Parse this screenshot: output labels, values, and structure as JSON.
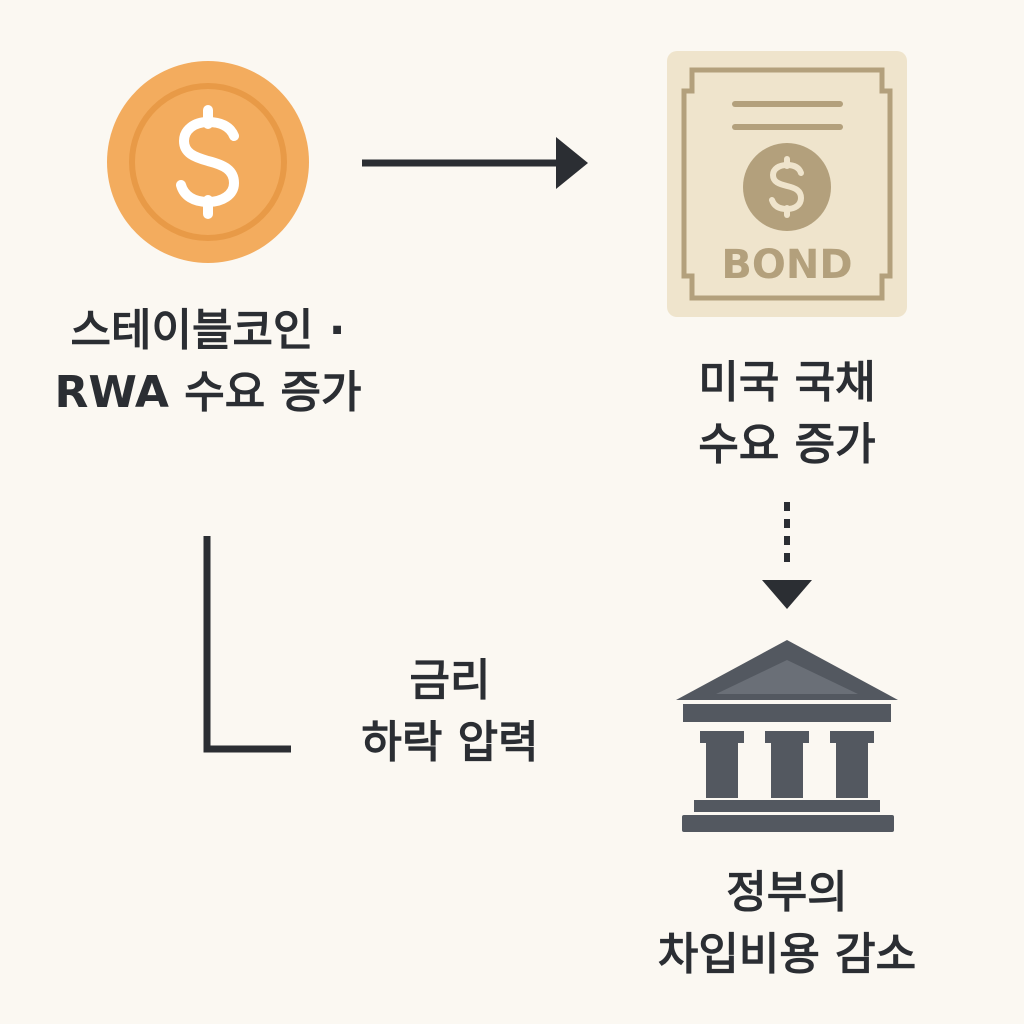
{
  "nodes": {
    "stablecoin": {
      "icon": "dollar-coin-icon",
      "label_line1": "스테이블코인 ·",
      "label_line2": "RWA 수요 증가"
    },
    "treasury": {
      "icon": "bond-certificate-icon",
      "icon_text": "BOND",
      "label_line1": "미국 국채",
      "label_line2": "수요 증가"
    },
    "government": {
      "icon": "government-building-icon",
      "label_line1": "정부의",
      "label_line2": "차입비용 감소"
    },
    "rates": {
      "label_line1": "금리",
      "label_line2": "하락 압력"
    }
  },
  "connectors": [
    {
      "from": "stablecoin",
      "to": "treasury",
      "style": "solid-arrow"
    },
    {
      "from": "treasury",
      "to": "government",
      "style": "dotted-arrow"
    },
    {
      "from": "stablecoin",
      "to": "rates",
      "style": "elbow-line"
    }
  ],
  "colors": {
    "background": "#fbf8f2",
    "coin_outer": "#f3ac5e",
    "coin_inner": "#e89a47",
    "bond_paper": "#efe4cc",
    "bond_ink": "#b3a07c",
    "building": "#535860",
    "text": "#2b2e33",
    "arrow": "#2b2e33"
  }
}
